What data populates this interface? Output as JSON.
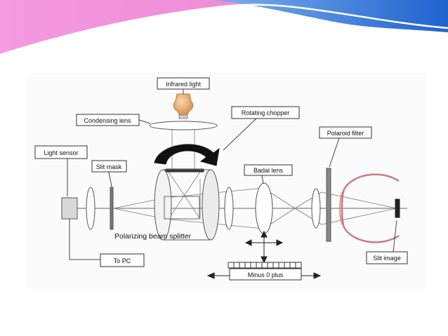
{
  "labels": {
    "infrared_light": "Infrared light",
    "condensing_lens": "Condensing lens",
    "rotating_chopper": "Rotating chopper",
    "polaroid_filter": "Polaroid filter",
    "light_sensor": "Light sensor",
    "slit_mask": "Slit mask",
    "badal_lens": "Badal lens",
    "polarizing_beam_splitter": "Polarizing beam splitter",
    "to_pc": "To PC",
    "minus_0_plus": "Minus 0 plus",
    "slit_image": "Slit image"
  },
  "colors": {
    "header_pink": "#f18ad8",
    "header_blue": "#2b6fd6",
    "diagram_gray": "#555555",
    "eye_red": "#c97a86",
    "bulb_orange": "#e6a56b"
  }
}
